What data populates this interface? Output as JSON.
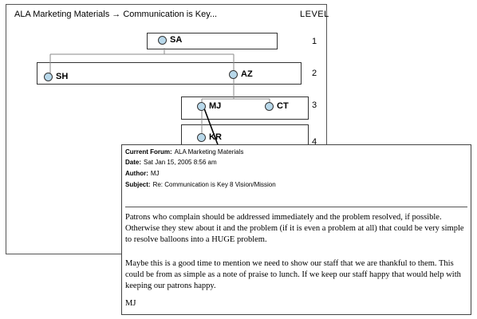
{
  "tree": {
    "title": "ALA Marketing Materials → Communication is Key...",
    "level_header": "LEVEL",
    "levels": [
      "1",
      "2",
      "3",
      "4"
    ],
    "nodes": {
      "sa": "SA",
      "sh": "SH",
      "az": "AZ",
      "mj": "MJ",
      "ct": "CT",
      "kr": "KR"
    },
    "node_icon": "circle-node-icon",
    "node_color": "#b8d8ea"
  },
  "post": {
    "forum_label": "Current Forum:",
    "forum_value": "ALA Marketing Materials",
    "date_label": "Date:",
    "date_value": "Sat Jan 15, 2005 8:56 am",
    "author_label": "Author:",
    "author_value": "MJ",
    "subject_label": "Subject:",
    "subject_value": "Re: Communication is Key 8 Vision/Mission",
    "paragraph1": "Patrons who complain should be addressed immediately and the problem resolved, if possible. Otherwise they stew about it and the problem (if it is even a problem at all) that could be very simple to resolve balloons into a HUGE problem.",
    "paragraph2": "Maybe this is a good time to mention we need to show our staff that we are thankful to them. This could be from as simple as a note of praise to lunch. If we keep our staff happy that would help with keeping our patrons happy.",
    "signature": "MJ"
  }
}
